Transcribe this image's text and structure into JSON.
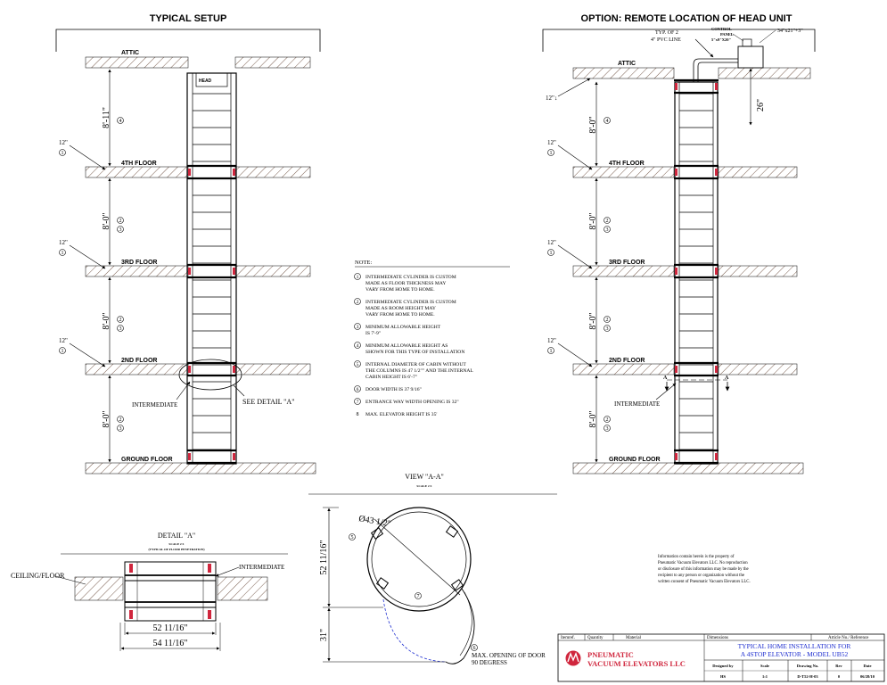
{
  "titles": {
    "left": "TYPICAL SETUP",
    "right": "OPTION: REMOTE LOCATION OF HEAD UNIT"
  },
  "floors": {
    "attic": "ATTIC",
    "fourth": "4TH FLOOR",
    "third": "3RD FLOOR",
    "second": "2ND FLOOR",
    "ground": "GROUND FLOOR"
  },
  "head_label": "HEAD",
  "dims": {
    "left_top": "8'-11\"",
    "std": "8'-0\"",
    "slab": "12\"",
    "slab_l": "12\"↓",
    "right_26": "26\"",
    "right_12": "12\"↓"
  },
  "circles": {
    "one": "1",
    "two": "2",
    "three": "3",
    "four": "4",
    "five": "5",
    "six": "6",
    "seven": "7",
    "eight": "8"
  },
  "intermediate": "INTERMEDIATE",
  "see_detail": "SEE DETAIL \"A\"",
  "pvc": {
    "line1": "TYP. OF 2",
    "line2": "4\" PVC LINE"
  },
  "control": {
    "line1": "CONTROL",
    "line2": "PANEL",
    "line3": "5\"x9\"X20\""
  },
  "head_box": "34\"x21\"+3\"",
  "section_a": "A",
  "notes": {
    "heading": "NOTE:",
    "n1": [
      "INTERMEDIATE CYLINDER IS CUSTOM",
      "MADE AS FLOOR THICKNESS MAY",
      "VARY FROM HOME TO HOME."
    ],
    "n2": [
      "INTERMEDIATE CYLINDER IS CUSTOM",
      "MADE AS ROOM HEIGHT MAY",
      "VARY FROM HOME TO HOME."
    ],
    "n3": [
      "MINIMUM ALLOWABLE HEIGHT",
      "IS 7'-9\""
    ],
    "n4": [
      "MINIMUM ALLOWABLE HEIGHT AS",
      "SHOWN FOR THIS TYPE OF INSTALLATION"
    ],
    "n5": [
      "INTERNAL DIAMETER OF CABIN WITHOUT",
      "THE COLUMNS IS 47 1/2\"\" AND THE INTERNAL",
      "CABIN HEIGHT IS 6'-7\""
    ],
    "n6": [
      "DOOR WIDTH IS 37 9/16\""
    ],
    "n7": [
      "ENTRANCE WAY WIDTH OPENING IS 32\""
    ],
    "n8_num": "8",
    "n8": [
      "MAX. ELEVATOR HEIGHT IS 35'"
    ]
  },
  "view_aa": {
    "title": "VIEW \"A-A\"",
    "scale": "SCALE 2:1",
    "dia": "Ø43 1/2\"",
    "height": "52 11/16\"",
    "depth": "31\"",
    "door_line1": "MAX. OPENING OF DOOR",
    "door_line2": "90 DEGRESS"
  },
  "detail_a": {
    "title": "DETAIL \"A\"",
    "scale": "SCALE 2:1",
    "sub": "(TYPICAL OF FLOOR PENETRATION)",
    "ceiling": "CEILING/FLOOR",
    "intermediate": "INTERMEDIATE",
    "w1": "52 11/16\"",
    "w2": "54 11/16\""
  },
  "info": [
    "Information contain herein is the property of",
    "Pneumatic Vacuum Elevators LLC. No reproduction",
    "or disclosure of this information may be made by the",
    "recipient to any person or organization without the",
    "written consent of Pneumatic Vacuum Elevators LLC."
  ],
  "title_block": {
    "h_itemref": "Itemref.",
    "h_qty": "Quantity",
    "h_material": "Material",
    "h_dimensions": "Dimensions",
    "h_article": "Article No./ Reference",
    "company1": "PNEUMATIC",
    "company2": "VACUUM ELEVATORS LLC",
    "title1": "TYPICAL HOME INSTALLATION FOR",
    "title2": "A 4STOP ELEVATOR - MODEL UB52",
    "designed_label": "Designed by",
    "designed_value": "HS",
    "scale_label": "Scale",
    "scale_value": "1:1",
    "drawing_label": "Drawing No.",
    "drawing_value": "D-T52-H-03",
    "rev_label": "Rev",
    "rev_value": "0",
    "date_label": "Date",
    "date_value": "06/28/10"
  },
  "colors": {
    "ink": "#000000",
    "accent": "#d0263d",
    "blue": "#1f2fd0",
    "hatch": "#6a4a3a"
  }
}
